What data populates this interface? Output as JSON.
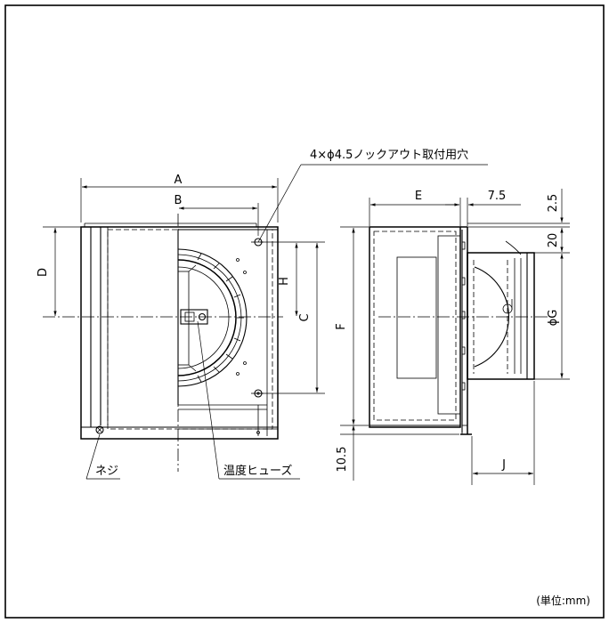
{
  "dimension_labels": {
    "A": "A",
    "B": "B",
    "C": "C",
    "D": "D",
    "E": "E",
    "F": "F",
    "G": "ϕG",
    "H": "H",
    "J": "J",
    "d_7_5": "7.5",
    "d_2_5": "2.5",
    "d_20": "20",
    "d_10_5": "10.5"
  },
  "callouts": {
    "knockout_holes": "4×ϕ4.5ノックアウト取付用穴",
    "screw": "ネジ",
    "thermal_fuse": "温度ヒューズ"
  },
  "unit_note": "(単位:mm)"
}
